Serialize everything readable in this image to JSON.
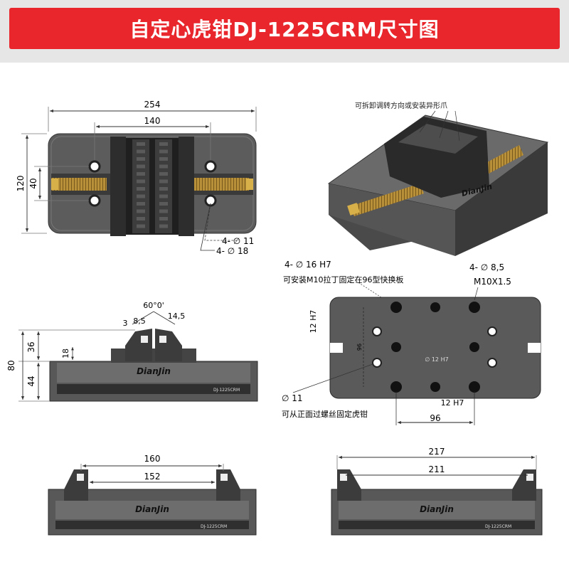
{
  "title": "自定心虎钳DJ-1225CRM尺寸图",
  "colors": {
    "banner": "#e8262b",
    "body": "#545454",
    "dark": "#2a2a2a",
    "screw": "#c9a04a"
  },
  "brand_text": "DianJin",
  "model_text": "DJ-1225CRM",
  "top_view": {
    "overall_width": "254",
    "jaw_span": "140",
    "overall_depth": "120",
    "screw_depth": "40",
    "hole_a": "4- ∅ 11",
    "hole_b": "4- ∅ 18"
  },
  "iso_view": {
    "note": "可拆卸调转方向或安装异形爪"
  },
  "front_view": {
    "angle": "60°0'",
    "dim_3": "3",
    "dim_8_5": "8,5",
    "dim_14_5": "14,5",
    "dim_18": "18",
    "dim_80": "80",
    "dim_36": "36",
    "dim_44": "44"
  },
  "bottom_view": {
    "pin_hole": "4- ∅ 16 H7",
    "pin_note": "可安装M10拉丁固定在96型快换板",
    "thread_hole": "4- ∅ 8,5",
    "thread_size": "M10X1.5",
    "slot_h": "12 H7",
    "center_bore": "∅ 12 H7",
    "side_dim": "96",
    "through_hole": "∅ 11",
    "through_note": "可从正面过螺丝固定虎钳",
    "slot_w": "12 H7",
    "pitch": "96"
  },
  "range_min": {
    "outer": "160",
    "inner": "152"
  },
  "range_max": {
    "outer": "217",
    "inner": "211"
  }
}
